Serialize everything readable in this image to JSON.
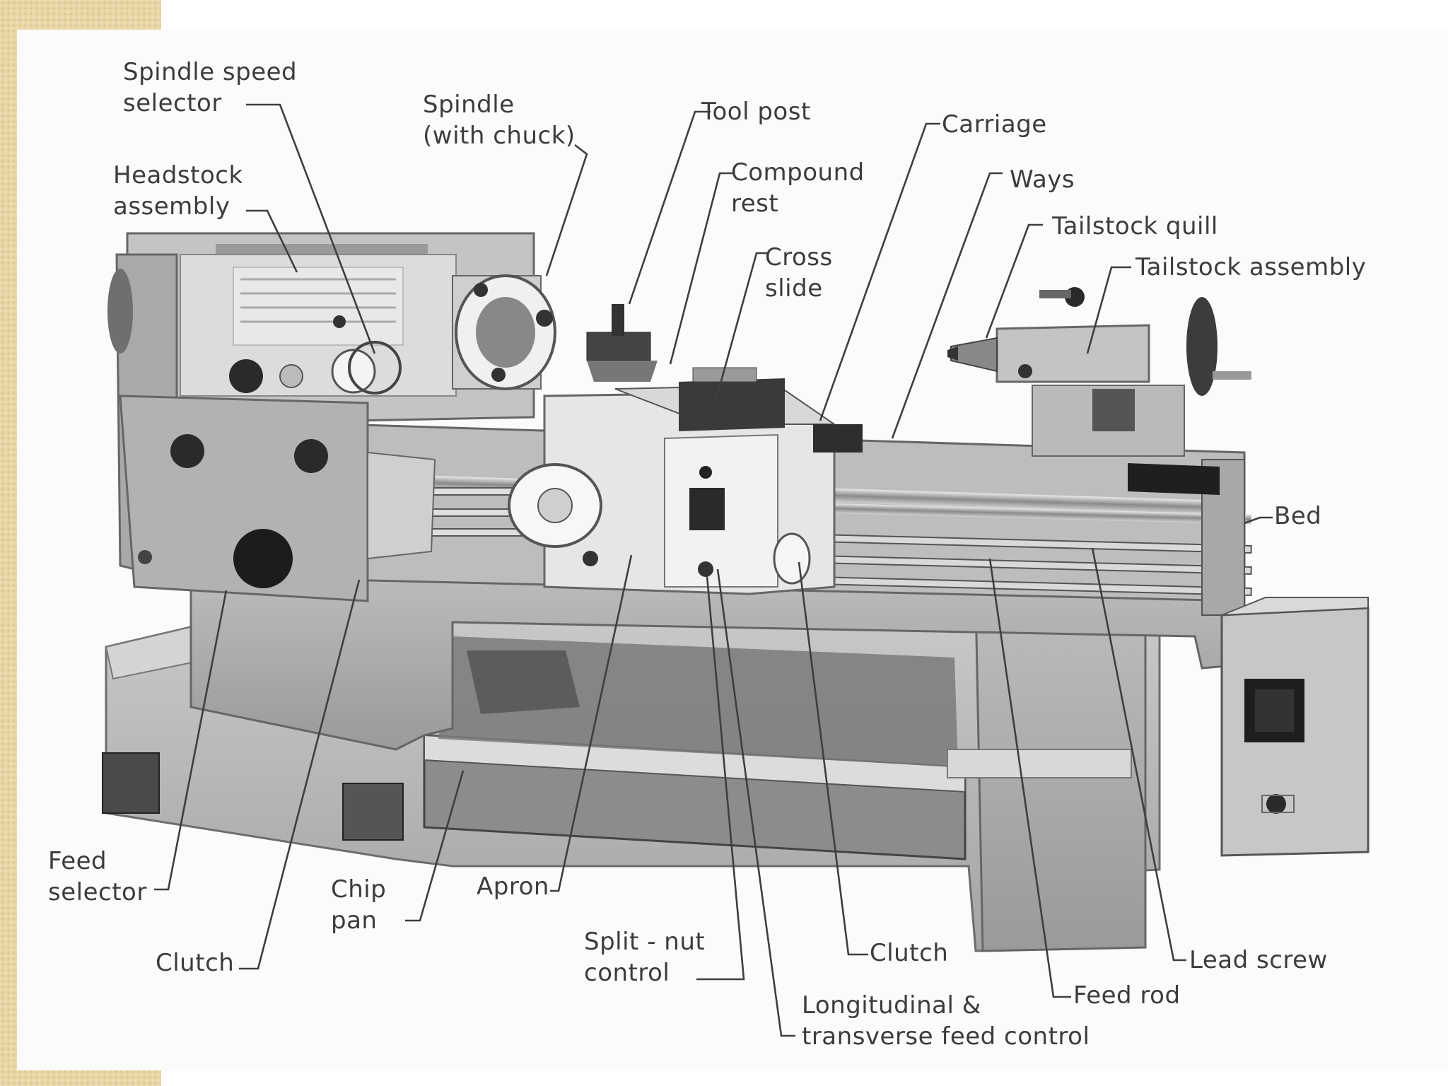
{
  "labels": {
    "spindle_speed_selector": [
      "Spindle speed",
      "selector"
    ],
    "spindle": [
      "Spindle",
      "(with chuck)"
    ],
    "tool_post": "Tool post",
    "carriage": "Carriage",
    "headstock_assembly": [
      "Headstock",
      "assembly"
    ],
    "compound_rest": [
      "Compound",
      "rest"
    ],
    "ways": "Ways",
    "tailstock_quill": "Tailstock quill",
    "cross_slide": [
      "Cross",
      "slide"
    ],
    "tailstock_assembly": "Tailstock assembly",
    "bed": "Bed",
    "feed_selector": [
      "Feed",
      "selector"
    ],
    "chip_pan": [
      "Chip",
      "pan"
    ],
    "apron": "Apron",
    "split_nut_control": [
      "Split - nut",
      "control"
    ],
    "clutch_right": "Clutch",
    "clutch_left": "Clutch",
    "lead_screw": "Lead screw",
    "feed_rod": "Feed rod",
    "feed_control": [
      "Longitudinal &",
      "transverse feed control"
    ]
  }
}
